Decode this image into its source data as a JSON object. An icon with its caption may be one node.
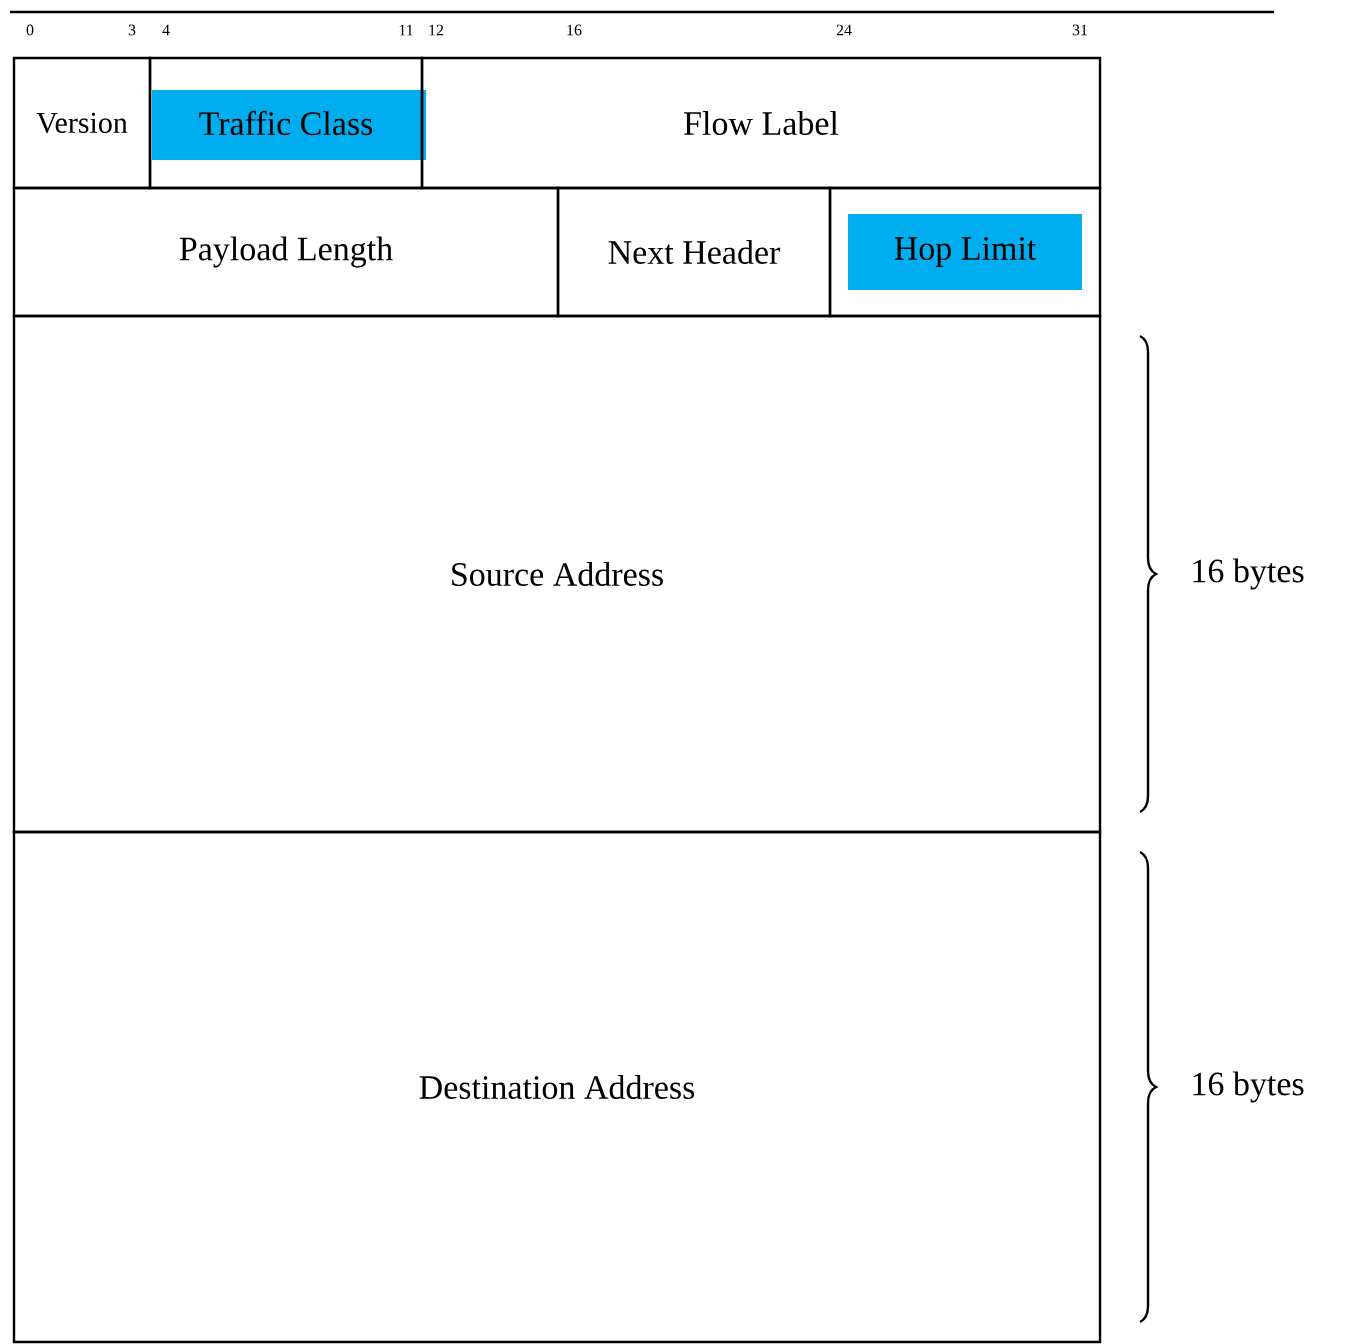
{
  "diagram": {
    "nodes": [
      {
        "text": [
          "Version"
        ]
      },
      {
        "text": [
          "Traffic Class"
        ]
      },
      {
        "text": [
          "Flow Label"
        ]
      },
      {
        "text": [
          "Payload Length"
        ]
      },
      {
        "text": [
          "Next Header"
        ]
      },
      {
        "text": [
          "Hop Limit"
        ]
      },
      {
        "text": [
          "Source Address"
        ],
        "beside": [
          "16 bytes"
        ]
      },
      {
        "text": [
          "Destination Address"
        ],
        "beside": [
          "16 bytes"
        ]
      }
    ],
    "labels": [
      "0",
      "3",
      "4",
      "11",
      "12",
      "16",
      "24",
      "31"
    ]
  }
}
